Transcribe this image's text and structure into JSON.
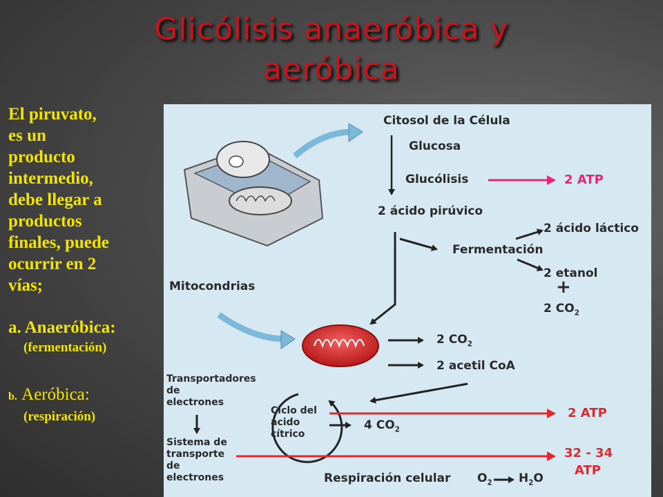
{
  "title": "Glicólisis anaeróbica y aeróbica",
  "left": {
    "paragraph": "El  piruvato,\nes  un\nproducto\nintermedio,\ndebe llegar a\nproductos\nfinales, puede\nocurrir en  2\nvías;",
    "a_marker": "a.",
    "a_label": "Anaeróbica:",
    "a_sub": "(fermentación)",
    "b_marker": "b.",
    "b_label": "Aeróbica:",
    "b_sub": "(respiración)"
  },
  "diagram": {
    "citosol": "Citosol de la Célula",
    "glucosa": "Glucosa",
    "glucolisis": "Glucólisis",
    "atp_glucolisis": "2 ATP",
    "piruvico": "2 ácido pirúvico",
    "lactico": "2 ácido láctico",
    "fermentacion": "Fermentación",
    "etanol": "2 etanol",
    "plus": "+",
    "co2_ferm": "2 CO",
    "co2_ferm_sub": "2",
    "mitocondrias": "Mitocondrias",
    "co2_mito": "2 CO",
    "co2_mito_sub": "2",
    "acetil": "2 acetil CoA",
    "transportadores": "Transportadores\nde\nelectrones",
    "ciclo": "Ciclo del\nácido\ncítrico",
    "co2_krebs": "4 CO",
    "co2_krebs_sub": "2",
    "atp_krebs": "2 ATP",
    "sistema": "Sistema de\ntransporte\nde\nelectrones",
    "atp_resp": "32 - 34",
    "atp_resp2": "ATP",
    "respiracion": "Respiración celular",
    "o2": "O",
    "o2_sub": "2",
    "h2o": "H",
    "h2o_sub": "2",
    "h2o_o": "O"
  },
  "colors": {
    "title": "#c8141c",
    "left_text": "#f2e500",
    "panel_bg": "#d6e8f2",
    "red_arrow": "#e3262a",
    "pink_arrow": "#e3267a"
  }
}
